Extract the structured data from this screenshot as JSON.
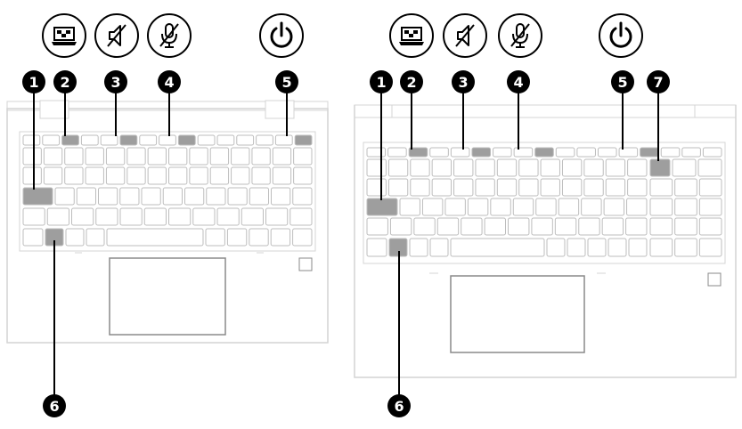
{
  "colors": {
    "callout_fill": "#000000",
    "callout_text": "#ffffff",
    "outline": "#d4d4d4",
    "key_outline": "#bdbdbd",
    "highlight_key": "#9e9e9e",
    "icon_stroke": "#000000"
  },
  "left_diagram": {
    "top_icons": [
      "screen-icon",
      "mute-speaker-icon",
      "mute-microphone-icon",
      "power-icon"
    ],
    "callouts": [
      "1",
      "2",
      "3",
      "4",
      "5",
      "6"
    ]
  },
  "right_diagram": {
    "top_icons": [
      "screen-icon",
      "mute-speaker-icon",
      "mute-microphone-icon",
      "power-icon"
    ],
    "callouts": [
      "1",
      "2",
      "3",
      "4",
      "5",
      "7",
      "6"
    ]
  }
}
